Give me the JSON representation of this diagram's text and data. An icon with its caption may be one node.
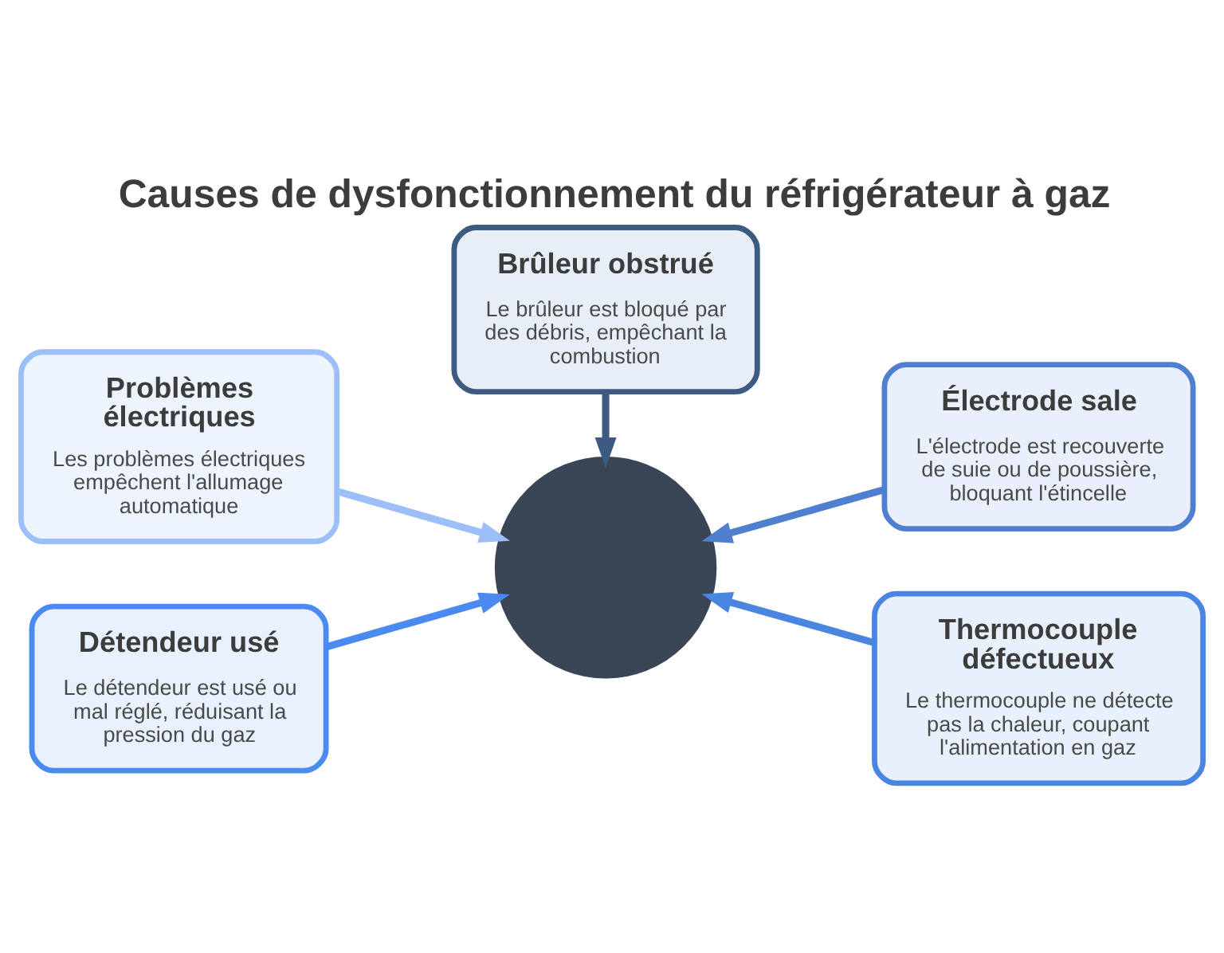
{
  "diagram": {
    "title": "Causes de dysfonctionnement du réfrigérateur à gaz",
    "nodes": [
      {
        "text": [
          "Brûleur obstrué",
          "Le brûleur est bloqué par des débris, empêchant la combustion"
        ]
      },
      {
        "text": [
          "Problèmes électriques",
          "Les problèmes électriques empêchent l'allumage automatique"
        ]
      },
      {
        "text": [
          "Électrode sale",
          "L'électrode est recouverte de suie ou de poussière, bloquant l'étincelle"
        ]
      },
      {
        "text": [],
        "shape": "circle"
      },
      {
        "text": [
          "Thermocouple défectueux",
          "Le thermocouple ne détecte pas la chaleur, coupant l'alimentation en gaz"
        ]
      },
      {
        "text": [
          "Détendeur usé",
          "Le détendeur est usé ou mal réglé, réduisant la pression du gaz"
        ]
      }
    ],
    "edges": [
      {
        "from": 0,
        "to": 3,
        "arrow": "to",
        "color": "#3d5a80"
      },
      {
        "from": 1,
        "to": 3,
        "arrow": "to",
        "color": "#9dbff7"
      },
      {
        "from": 2,
        "to": 3,
        "arrow": "to",
        "color": "#4f7fcf"
      },
      {
        "from": 4,
        "to": 3,
        "arrow": "to",
        "color": "#4a85e0"
      },
      {
        "from": 5,
        "to": 3,
        "arrow": "to",
        "color": "#4b8af0"
      }
    ]
  }
}
